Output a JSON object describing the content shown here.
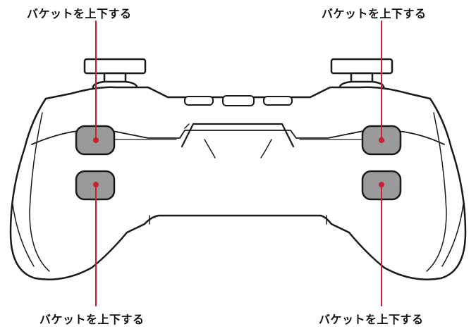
{
  "callouts": {
    "top_left": "バケットを上下する",
    "top_right": "バケットを上下する",
    "bottom_left": "バケットを上下する",
    "bottom_right": "バケットを上下する"
  },
  "colors": {
    "outline": "#1a1a1a",
    "button_fill": "#9a9a9a",
    "leader_line": "#c8202e",
    "background": "#ffffff"
  }
}
